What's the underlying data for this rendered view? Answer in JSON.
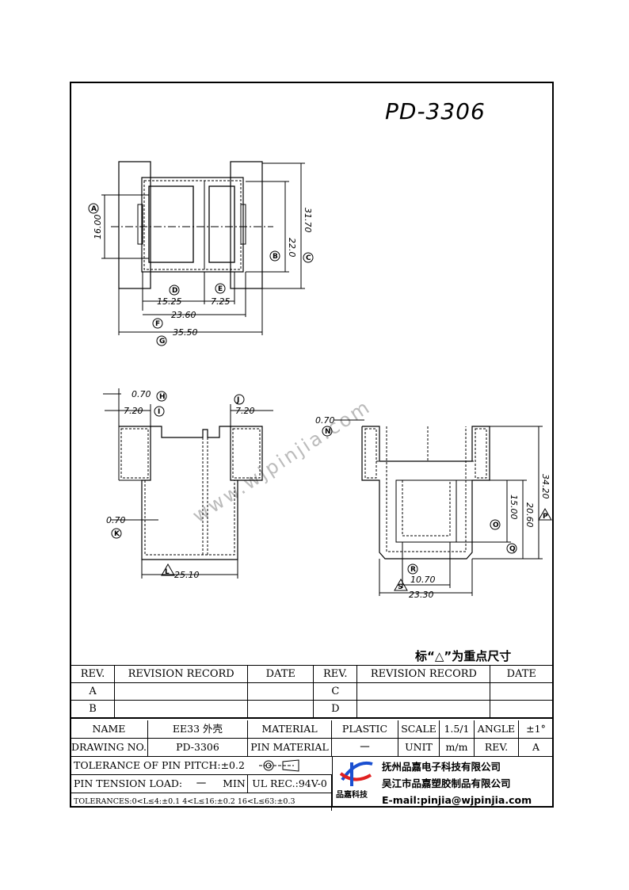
{
  "title": "PD-3306",
  "watermark": "www.wjpinjia.com",
  "top_view": {
    "dims": {
      "d1600": "16.00",
      "d220": "22.0",
      "d3170": "31.70",
      "d1525": "15.25",
      "d725": "7.25",
      "d2360": "23.60",
      "d3550": "35.50"
    },
    "labels": [
      "A",
      "B",
      "C",
      "D",
      "E",
      "F",
      "G"
    ]
  },
  "side_view": {
    "dims": {
      "d070a": "0.70",
      "d720a": "7.20",
      "d720b": "7.20",
      "d070b": "0.70",
      "d2510": "25.10"
    },
    "labels": [
      "H",
      "I",
      "J",
      "K",
      "L"
    ]
  },
  "front_view": {
    "dims": {
      "d070": "0.70",
      "d3420": "34.20",
      "d1500": "15.00",
      "d2060": "20.60",
      "d1070": "10.70",
      "d2330": "23.30"
    },
    "labels": [
      "N",
      "O",
      "P",
      "Q",
      "R",
      "S"
    ]
  },
  "note": "标“△”为重点尺寸",
  "revision": {
    "h_rev": "REV.",
    "h_record": "REVISION RECORD",
    "h_date": "DATE",
    "rows": [
      [
        "A",
        "C"
      ],
      [
        "B",
        "D"
      ]
    ]
  },
  "info": {
    "name_label": "NAME",
    "name_value": "EE33 外壳",
    "material_label": "MATERIAL",
    "material_value": "PLASTIC",
    "scale_label": "SCALE",
    "scale_value": "1.5/1",
    "angle_label": "ANGLE",
    "angle_value": "±1°",
    "drawing_label": "DRAWING NO.",
    "drawing_value": "PD-3306",
    "pin_material_label": "PIN MATERIAL",
    "pin_material_value": "一",
    "unit_label": "UNIT",
    "unit_value": "m/m",
    "rev_label": "REV.",
    "rev_value": "A",
    "pitch": "TOLERANCE OF PIN PITCH:±0.2",
    "tension": "PIN TENSION LOAD:",
    "tension_dash": "一",
    "tension_min": "MIN",
    "ul": "UL REC.:94V-0",
    "tolerances": "TOLERANCES:0<L≤4:±0.1  4<L≤16:±0.2  16<L≤63:±0.3",
    "company1": "抚州品嘉电子科技有限公司",
    "company2": "吴江市品嘉塑胶制品有限公司",
    "email": "E-mail:pinjia@wjpinjia.com",
    "logo_text": "品嘉科技"
  }
}
